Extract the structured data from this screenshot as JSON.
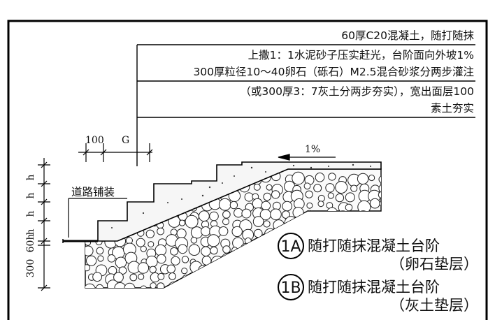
{
  "notes": {
    "line1": "60厚C20混凝土，随打随抹",
    "line2": "上撒1：1水泥砂子压实赶光，台阶面向外坡1%",
    "line3": "300厚粒径10～40卵石（砾石）M2.5混合砂浆分两步灌注",
    "line4": "（或300厚3：7灰土分两步夯实），宽出面层100",
    "line5": "素土夯实"
  },
  "dimensions": {
    "top_100": "100",
    "top_g": "G",
    "slope": "1%",
    "h": "h",
    "left_60": "60",
    "left_300": "300"
  },
  "labels": {
    "road": "道路铺装"
  },
  "legend": [
    {
      "id": "1A",
      "title": "随打随抹混凝土台阶",
      "sub": "（卵石垫层）"
    },
    {
      "id": "1B",
      "title": "随打随抹混凝土台阶",
      "sub": "（灰土垫层）"
    }
  ]
}
